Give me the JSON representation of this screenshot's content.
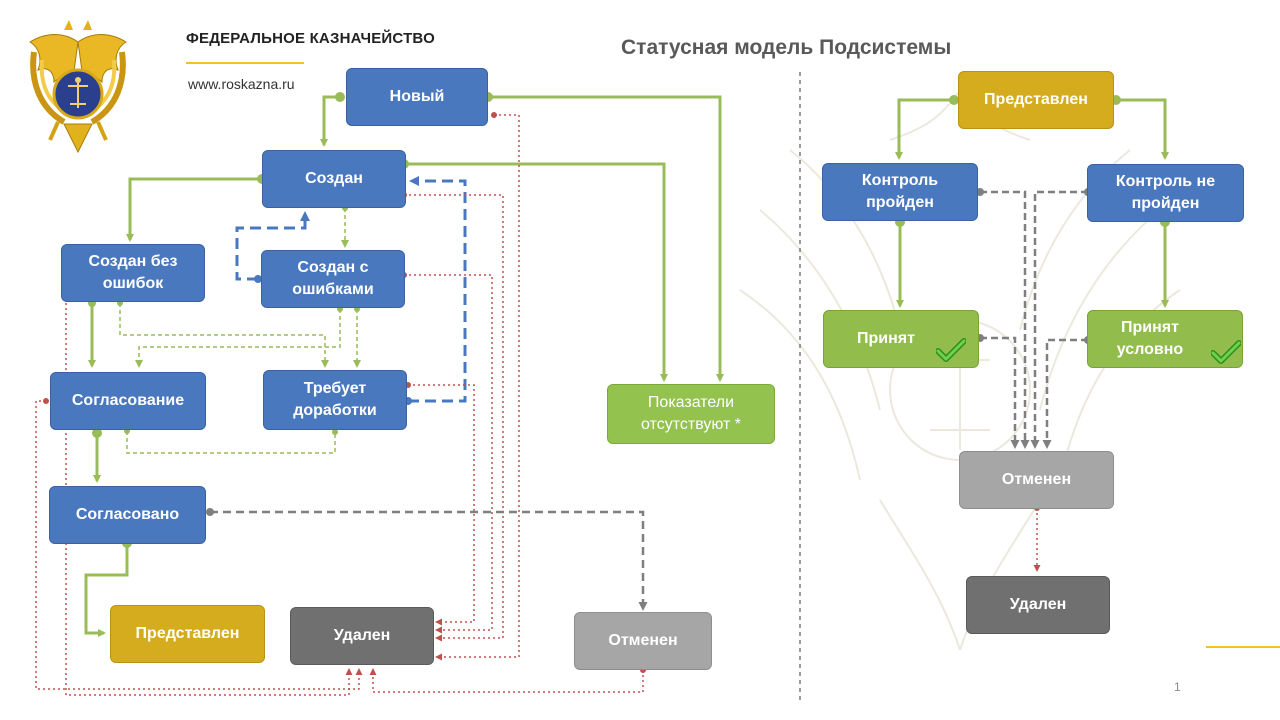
{
  "header": {
    "org_name": "ФЕДЕРАЛЬНОЕ КАЗНАЧЕЙСТВО",
    "url": "www.roskazna.ru",
    "title": "Статусная модель Подсистемы"
  },
  "page_number": "1",
  "colors": {
    "blue": "#4a78bf",
    "green": "#92bd4d",
    "gold": "#d4ac1e",
    "dark_gray": "#707070",
    "light_gray": "#a6a6a6",
    "arrow_green": "#99bc58",
    "arrow_blue": "#4a78bf",
    "arrow_red": "#c0504d",
    "arrow_gray": "#7f7f7f",
    "accent_line": "#f0c419"
  },
  "left": {
    "novyi": "Новый",
    "sozdan": "Создан",
    "sozdan_bez": "Создан без\nошибок",
    "sozdan_s": "Создан с\nошибками",
    "soglasovanie": "Согласование",
    "trebuet": "Требует\nдоработки",
    "soglasovano": "Согласовано",
    "predstavlen": "Представлен",
    "udalen": "Удален",
    "otmenen": "Отменен",
    "pokazateli": "Показатели\nотсутствуют *"
  },
  "right": {
    "predstavlen": "Представлен",
    "kontrol_proiden": "Контроль\nпройден",
    "kontrol_ne": "Контроль не\nпройден",
    "prinyat": "Принят",
    "prinyat_uslovno": "Принят\nусловно",
    "otmenen": "Отменен",
    "udalen": "Удален"
  },
  "icons": {
    "emblem": "double-headed-eagle-emblem",
    "check": "green-check-icon"
  }
}
